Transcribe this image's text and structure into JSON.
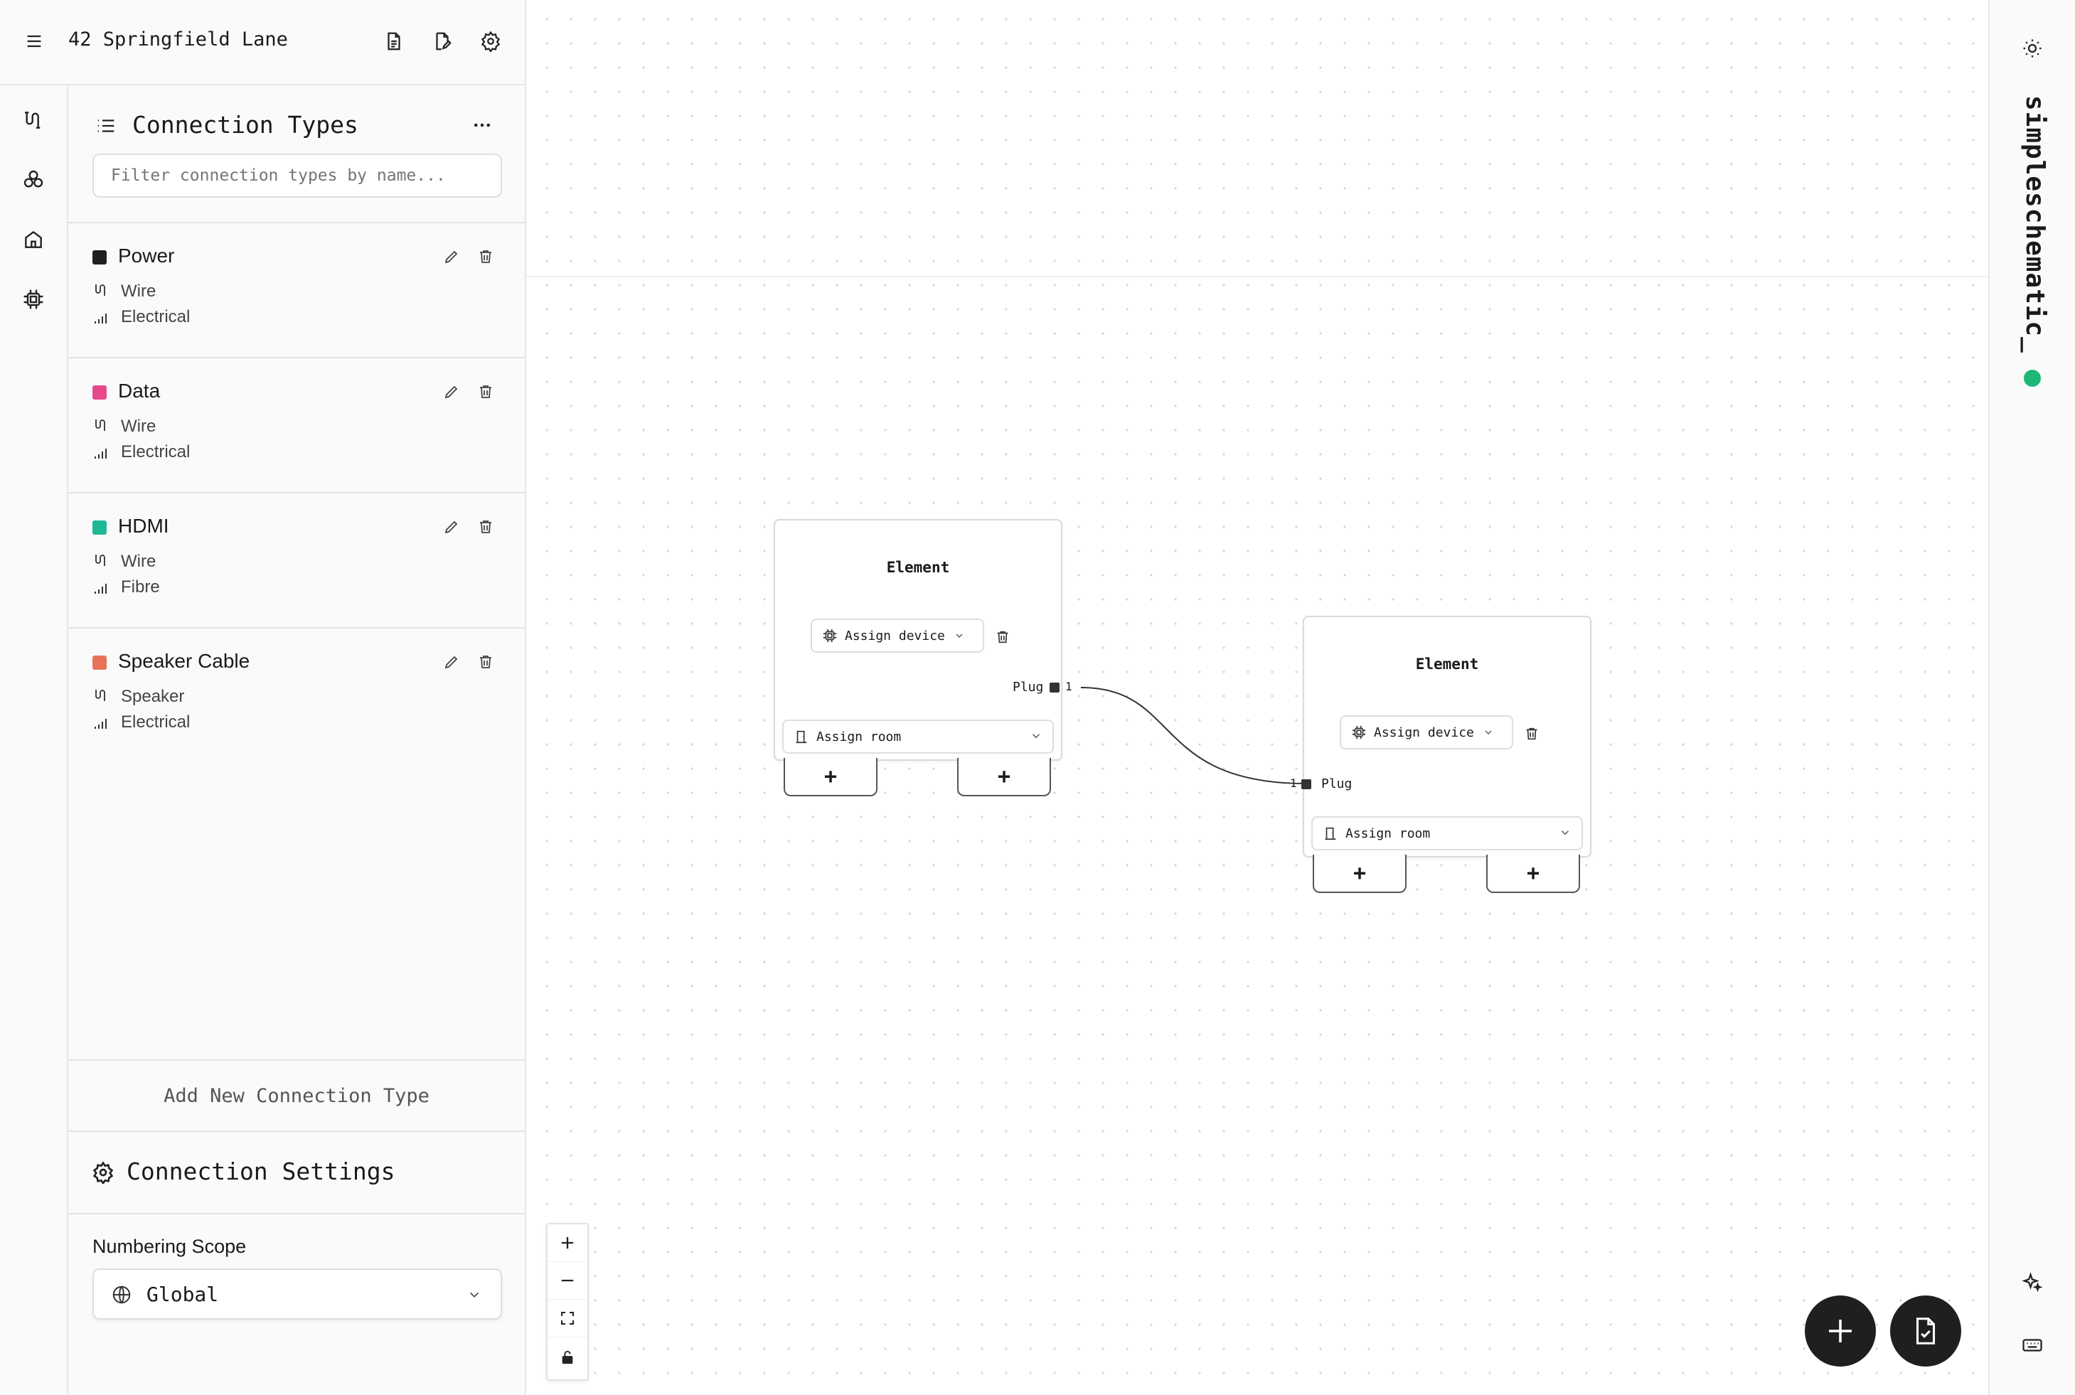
{
  "header": {
    "title": "42 Springfield Lane"
  },
  "panel": {
    "title": "Connection Types",
    "filter_placeholder": "Filter connection types by name...",
    "types": [
      {
        "name": "Power",
        "color": "#1f1f1f",
        "medium": "Wire",
        "category": "Electrical"
      },
      {
        "name": "Data",
        "color": "#e64a8c",
        "medium": "Wire",
        "category": "Electrical"
      },
      {
        "name": "HDMI",
        "color": "#1fb896",
        "medium": "Wire",
        "category": "Fibre"
      },
      {
        "name": "Speaker Cable",
        "color": "#e8735a",
        "medium": "Speaker",
        "category": "Electrical"
      }
    ],
    "add_button": "Add New Connection Type",
    "settings_title": "Connection Settings",
    "numbering_label": "Numbering Scope",
    "numbering_value": "Global"
  },
  "canvas": {
    "nodes": [
      {
        "title": "Element",
        "device_label": "Assign device",
        "room_label": "Assign room",
        "port_label": "Plug",
        "port_number": "1",
        "add_label": "+"
      },
      {
        "title": "Element",
        "device_label": "Assign device",
        "room_label": "Assign room",
        "port_label": "Plug",
        "port_number": "1",
        "add_label": "+"
      }
    ]
  },
  "brand": {
    "name": "simpleschematic_",
    "status_color": "#1db876"
  },
  "icons": {
    "menu": "hamburger-icon",
    "doc": "document-icon",
    "doc_edit": "document-edit-icon",
    "settings": "gear-icon"
  }
}
